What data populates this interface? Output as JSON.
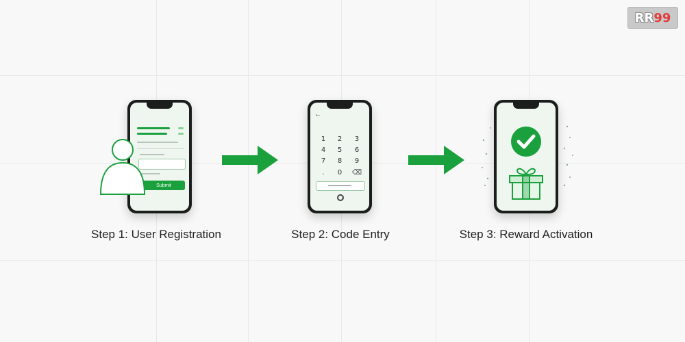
{
  "brand": {
    "logo_text": "RR99"
  },
  "colors": {
    "accent": "#1aa13e",
    "accent_light": "#cfeed4",
    "phone": "#1b1d1c"
  },
  "steps": [
    {
      "caption": "Step 1: User Registration",
      "submit_label": "Submit",
      "icons": [
        "user-outline-icon"
      ]
    },
    {
      "caption": "Step 2: Code Entry",
      "keys": [
        "1",
        "2",
        "3",
        "4",
        "5",
        "6",
        "7",
        "8",
        "9",
        ".",
        "0",
        "⌫"
      ],
      "icons": [
        "back-arrow-icon",
        "lock-icon",
        "backspace-icon"
      ]
    },
    {
      "caption": "Step 3: Reward Activation",
      "icons": [
        "checkmark-circle-icon",
        "gift-icon"
      ]
    }
  ],
  "connectors": [
    "arrow-right-icon",
    "arrow-right-icon"
  ]
}
